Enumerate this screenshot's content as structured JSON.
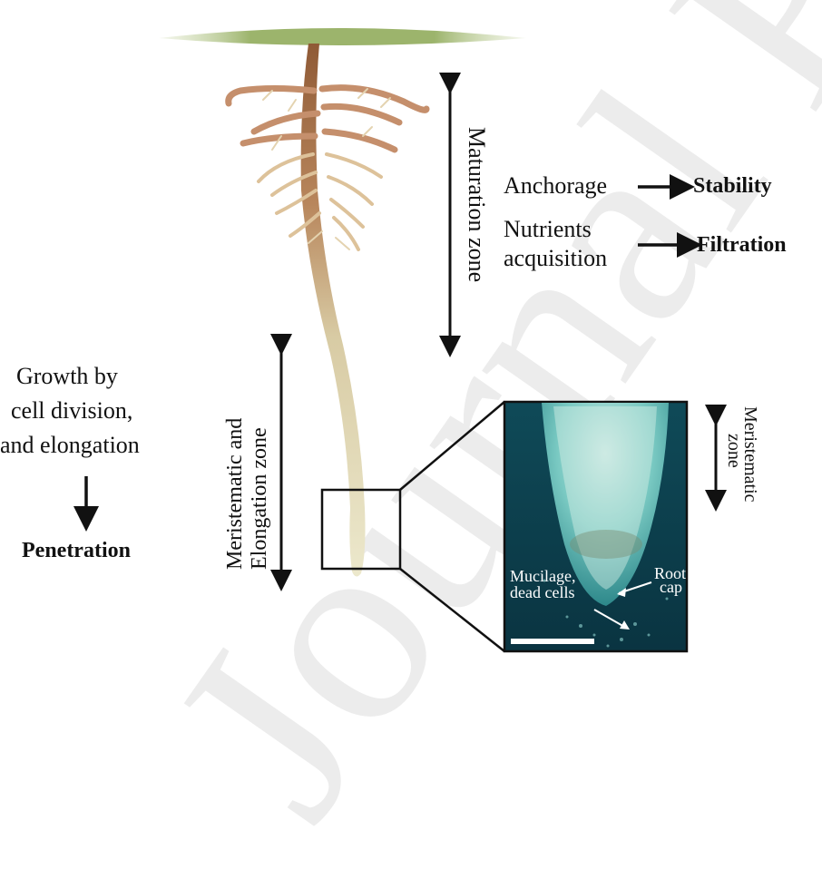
{
  "watermark": "Journal Pre-proof",
  "zones": {
    "maturation": "Maturation zone",
    "meristematic_elongation_line1": "Meristematic and",
    "meristematic_elongation_line2": "Elongation zone",
    "meristematic_line1": "Meristematic",
    "meristematic_line2": "zone"
  },
  "functions": {
    "anchorage": "Anchorage",
    "stability": "Stability",
    "nutrients_line1": "Nutrients",
    "nutrients_line2": "acquisition",
    "filtration": "Filtration"
  },
  "growth": {
    "line1": "Growth by",
    "line2": "cell division,",
    "line3": "and elongation",
    "result": "Penetration"
  },
  "inset": {
    "mucilage_line1": "Mucilage,",
    "mucilage_line2": "dead cells",
    "rootcap_line1": "Root",
    "rootcap_line2": "cap"
  },
  "colors": {
    "leaf": "#9cb46c",
    "root_upper": "#a86b44",
    "root_lower": "#e6e0c0",
    "inset_bg": "#0c3f4d",
    "inset_tip": "#7fd9d4",
    "arrow": "#111111"
  }
}
